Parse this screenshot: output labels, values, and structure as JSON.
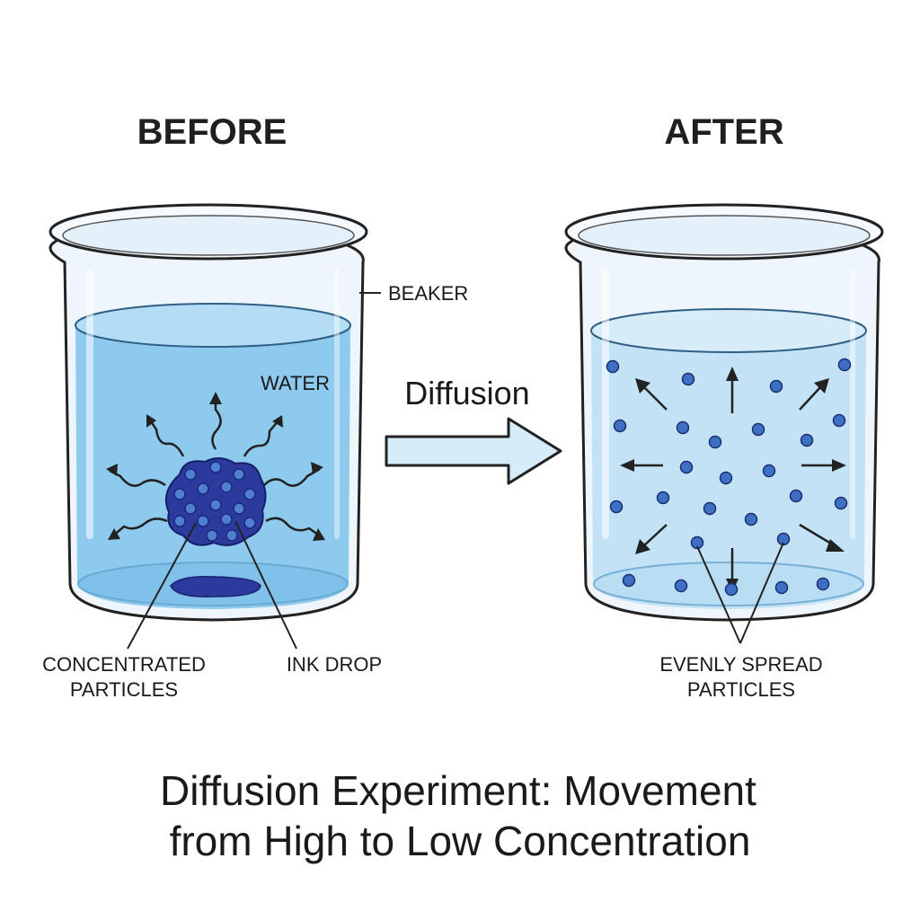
{
  "panels": {
    "before": {
      "title": "BEFORE"
    },
    "after": {
      "title": "AFTER"
    }
  },
  "labels": {
    "beaker": "BEAKER",
    "water": "WATER",
    "concentrated_particles": [
      "CONCENTRATED",
      "PARTICLES"
    ],
    "ink_drop": "INK DROP",
    "evenly_spread_particles": [
      "EVENLY SPREAD",
      "PARTICLES"
    ]
  },
  "process": {
    "label": "Diffusion"
  },
  "caption": {
    "line1": "Diffusion Experiment: Movement",
    "line2": "from High to Low Concentration"
  },
  "colors": {
    "water": "#8ec9ee",
    "water_surface": "#a9d8f4",
    "ink": "#2b3a9c",
    "particle": "#3d6fc4",
    "outline": "#222222",
    "glass": "#eef6fc"
  }
}
